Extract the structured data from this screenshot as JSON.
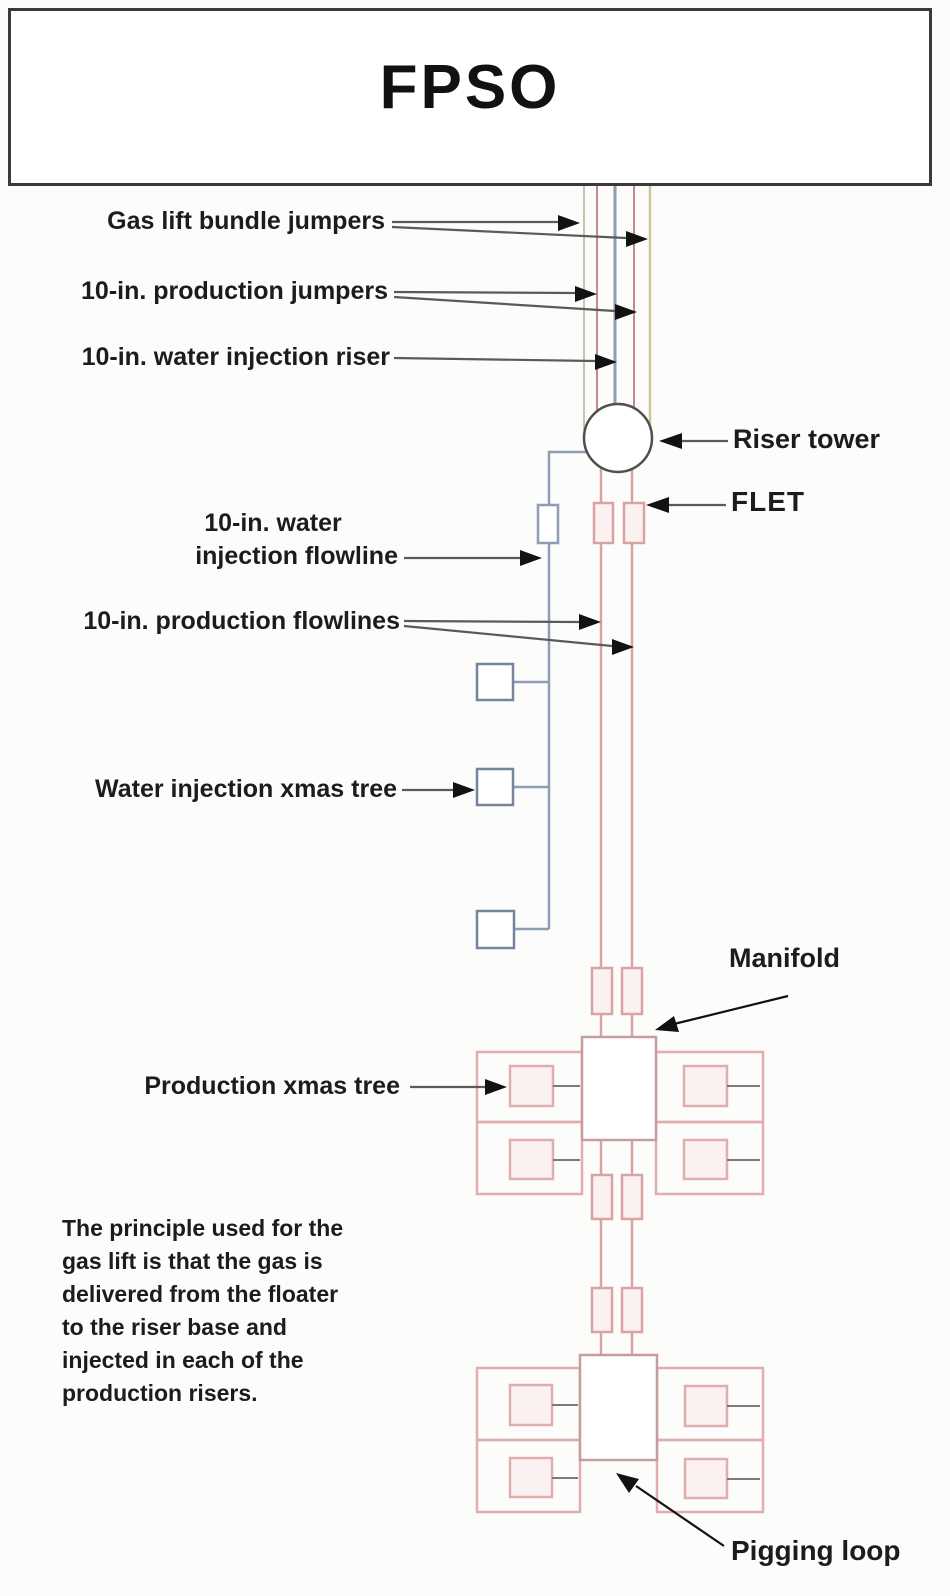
{
  "fpso": {
    "label": "FPSO"
  },
  "labels": {
    "gas_lift_bundle_jumpers": "Gas lift bundle jumpers",
    "production_jumpers": "10-in. production jumpers",
    "water_injection_riser": "10-in. water injection riser",
    "riser_tower": "Riser tower",
    "flet": "FLET",
    "water_injection_flowline_line1": "10-in. water",
    "water_injection_flowline_line2": "injection flowline",
    "production_flowlines": "10-in. production flowlines",
    "water_injection_xmas_tree": "Water injection xmas tree",
    "manifold": "Manifold",
    "production_xmas_tree": "Production xmas tree",
    "pigging_loop": "Pigging loop"
  },
  "note": {
    "lines": [
      "The principle used for the",
      "gas lift is that the gas is",
      "delivered from the floater",
      "to the riser base and",
      "injected in each of the",
      "production risers."
    ]
  },
  "colors": {
    "bg": "#fcfcfb",
    "text": "#1c1c1c",
    "fpso_border": "#3a3a3a",
    "outline_gray": "#4f4f4f",
    "leader": "#5a5a5a",
    "arrow": "#121212",
    "production_riser": "#c48989",
    "production_flowline": "#d9a3a3",
    "loop_pink": "#e2adad",
    "pink_fill": "#fbf1f1",
    "manifold_border": "#c59d9d",
    "water_line": "#8e9cb5",
    "water_tree": "#76849e",
    "gas_green": "#b7cbb0",
    "gas_yellow": "#d2c693",
    "stub_gray": "#7a7a7a"
  }
}
